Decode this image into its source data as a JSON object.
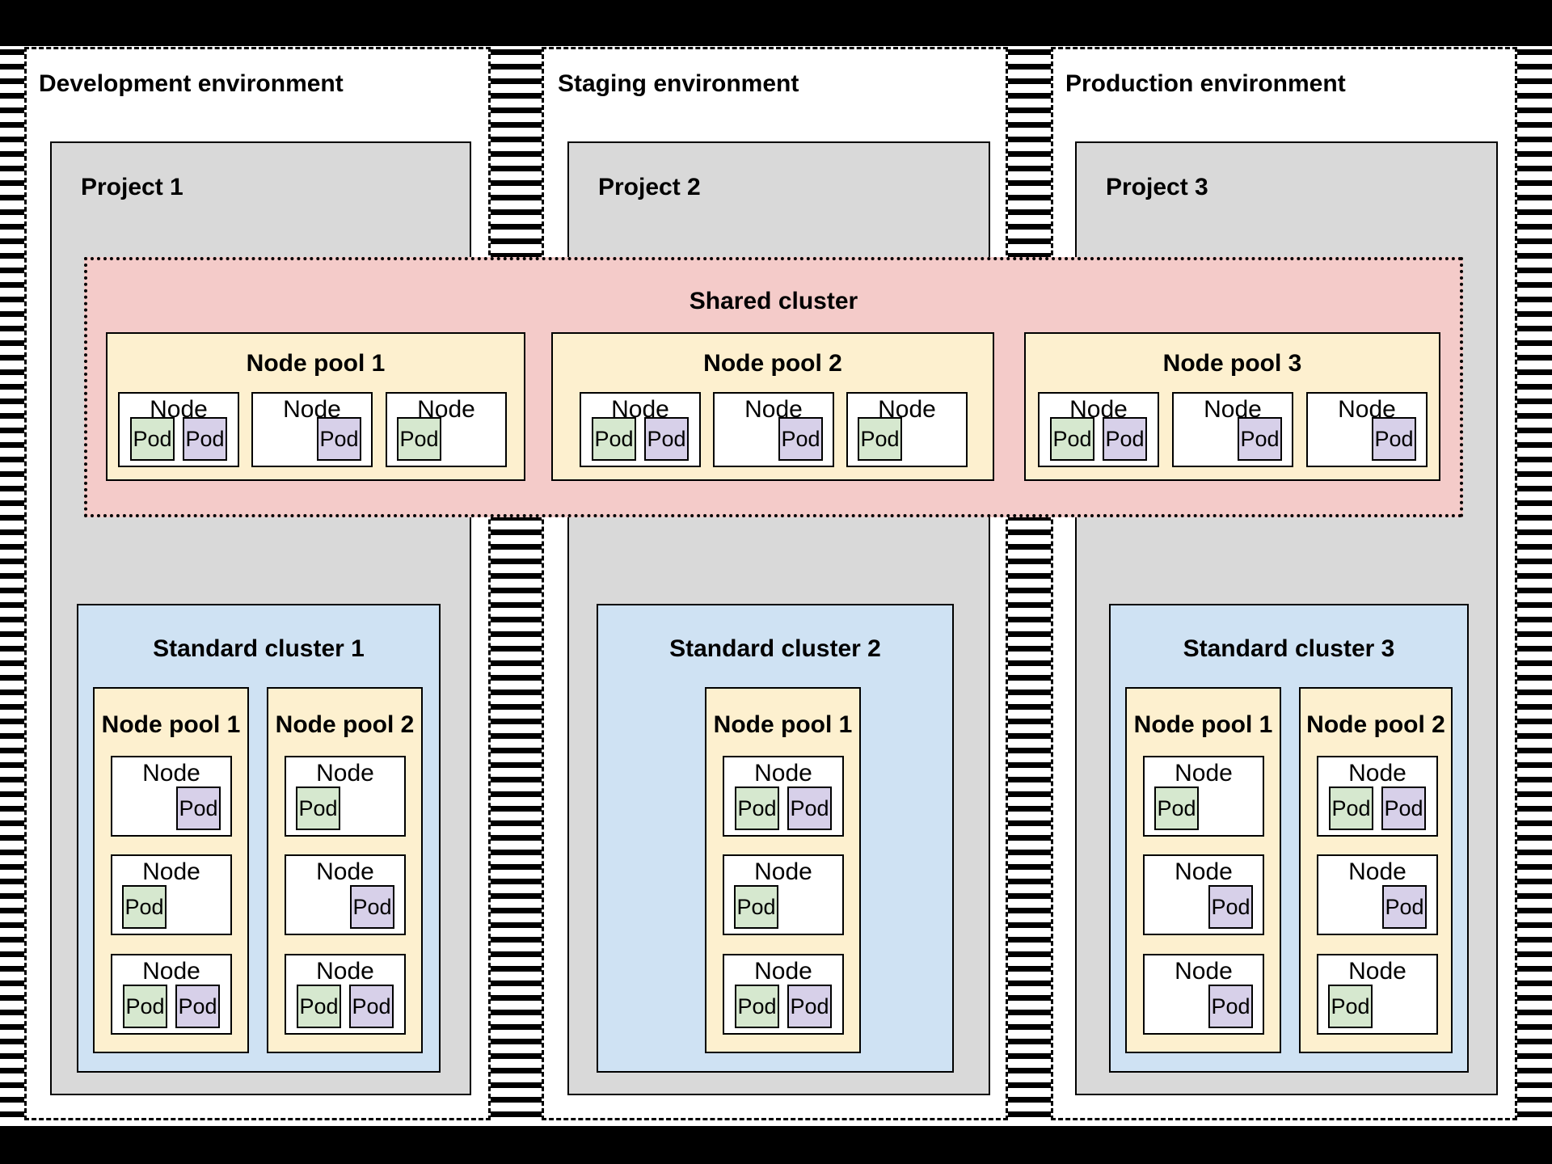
{
  "labels": {
    "node": "Node",
    "pod": "Pod"
  },
  "colors": {
    "project_gray": "#d9d9d9",
    "shared_pink": "#f4cbc9",
    "pool_yellow": "#fdf0cf",
    "cluster_blue": "#cfe2f3",
    "pod_green": "#d6e8cf",
    "pod_purple": "#d7d0e9",
    "border_black": "#000000",
    "background_black": "#000000",
    "background_white": "#ffffff"
  },
  "shared_cluster": {
    "title": "Shared cluster",
    "node_pools": [
      {
        "title": "Node pool 1",
        "nodes": [
          {
            "layout": "pair",
            "pods": [
              "green",
              "purple"
            ]
          },
          {
            "layout": "right",
            "pods": [
              "purple"
            ]
          },
          {
            "layout": "left",
            "pods": [
              "green"
            ]
          }
        ]
      },
      {
        "title": "Node pool 2",
        "nodes": [
          {
            "layout": "pair",
            "pods": [
              "green",
              "purple"
            ]
          },
          {
            "layout": "right",
            "pods": [
              "purple"
            ]
          },
          {
            "layout": "left",
            "pods": [
              "green"
            ]
          }
        ]
      },
      {
        "title": "Node pool 3",
        "nodes": [
          {
            "layout": "pair",
            "pods": [
              "green",
              "purple"
            ]
          },
          {
            "layout": "right",
            "pods": [
              "purple"
            ]
          },
          {
            "layout": "right",
            "pods": [
              "purple"
            ]
          }
        ]
      }
    ]
  },
  "environments": [
    {
      "title": "Development environment",
      "project": {
        "title": "Project 1",
        "cluster": {
          "title": "Standard cluster 1",
          "node_pools": [
            {
              "title": "Node pool 1",
              "nodes": [
                {
                  "layout": "right",
                  "pods": [
                    "purple"
                  ]
                },
                {
                  "layout": "left",
                  "pods": [
                    "green"
                  ]
                },
                {
                  "layout": "pair",
                  "pods": [
                    "green",
                    "purple"
                  ]
                }
              ]
            },
            {
              "title": "Node pool 2",
              "nodes": [
                {
                  "layout": "left",
                  "pods": [
                    "green"
                  ]
                },
                {
                  "layout": "right",
                  "pods": [
                    "purple"
                  ]
                },
                {
                  "layout": "pair",
                  "pods": [
                    "green",
                    "purple"
                  ]
                }
              ]
            }
          ]
        }
      }
    },
    {
      "title": "Staging environment",
      "project": {
        "title": "Project 2",
        "cluster": {
          "title": "Standard cluster 2",
          "node_pools": [
            {
              "title": "Node pool 1",
              "nodes": [
                {
                  "layout": "pair",
                  "pods": [
                    "green",
                    "purple"
                  ]
                },
                {
                  "layout": "left",
                  "pods": [
                    "green"
                  ]
                },
                {
                  "layout": "pair",
                  "pods": [
                    "green",
                    "purple"
                  ]
                }
              ]
            }
          ]
        }
      }
    },
    {
      "title": "Production environment",
      "project": {
        "title": "Project 3",
        "cluster": {
          "title": "Standard cluster 3",
          "node_pools": [
            {
              "title": "Node pool 1",
              "nodes": [
                {
                  "layout": "left",
                  "pods": [
                    "green"
                  ]
                },
                {
                  "layout": "right",
                  "pods": [
                    "purple"
                  ]
                },
                {
                  "layout": "right",
                  "pods": [
                    "purple"
                  ]
                }
              ]
            },
            {
              "title": "Node pool 2",
              "nodes": [
                {
                  "layout": "pair",
                  "pods": [
                    "green",
                    "purple"
                  ]
                },
                {
                  "layout": "right",
                  "pods": [
                    "purple"
                  ]
                },
                {
                  "layout": "left",
                  "pods": [
                    "green"
                  ]
                }
              ]
            }
          ]
        }
      }
    }
  ]
}
